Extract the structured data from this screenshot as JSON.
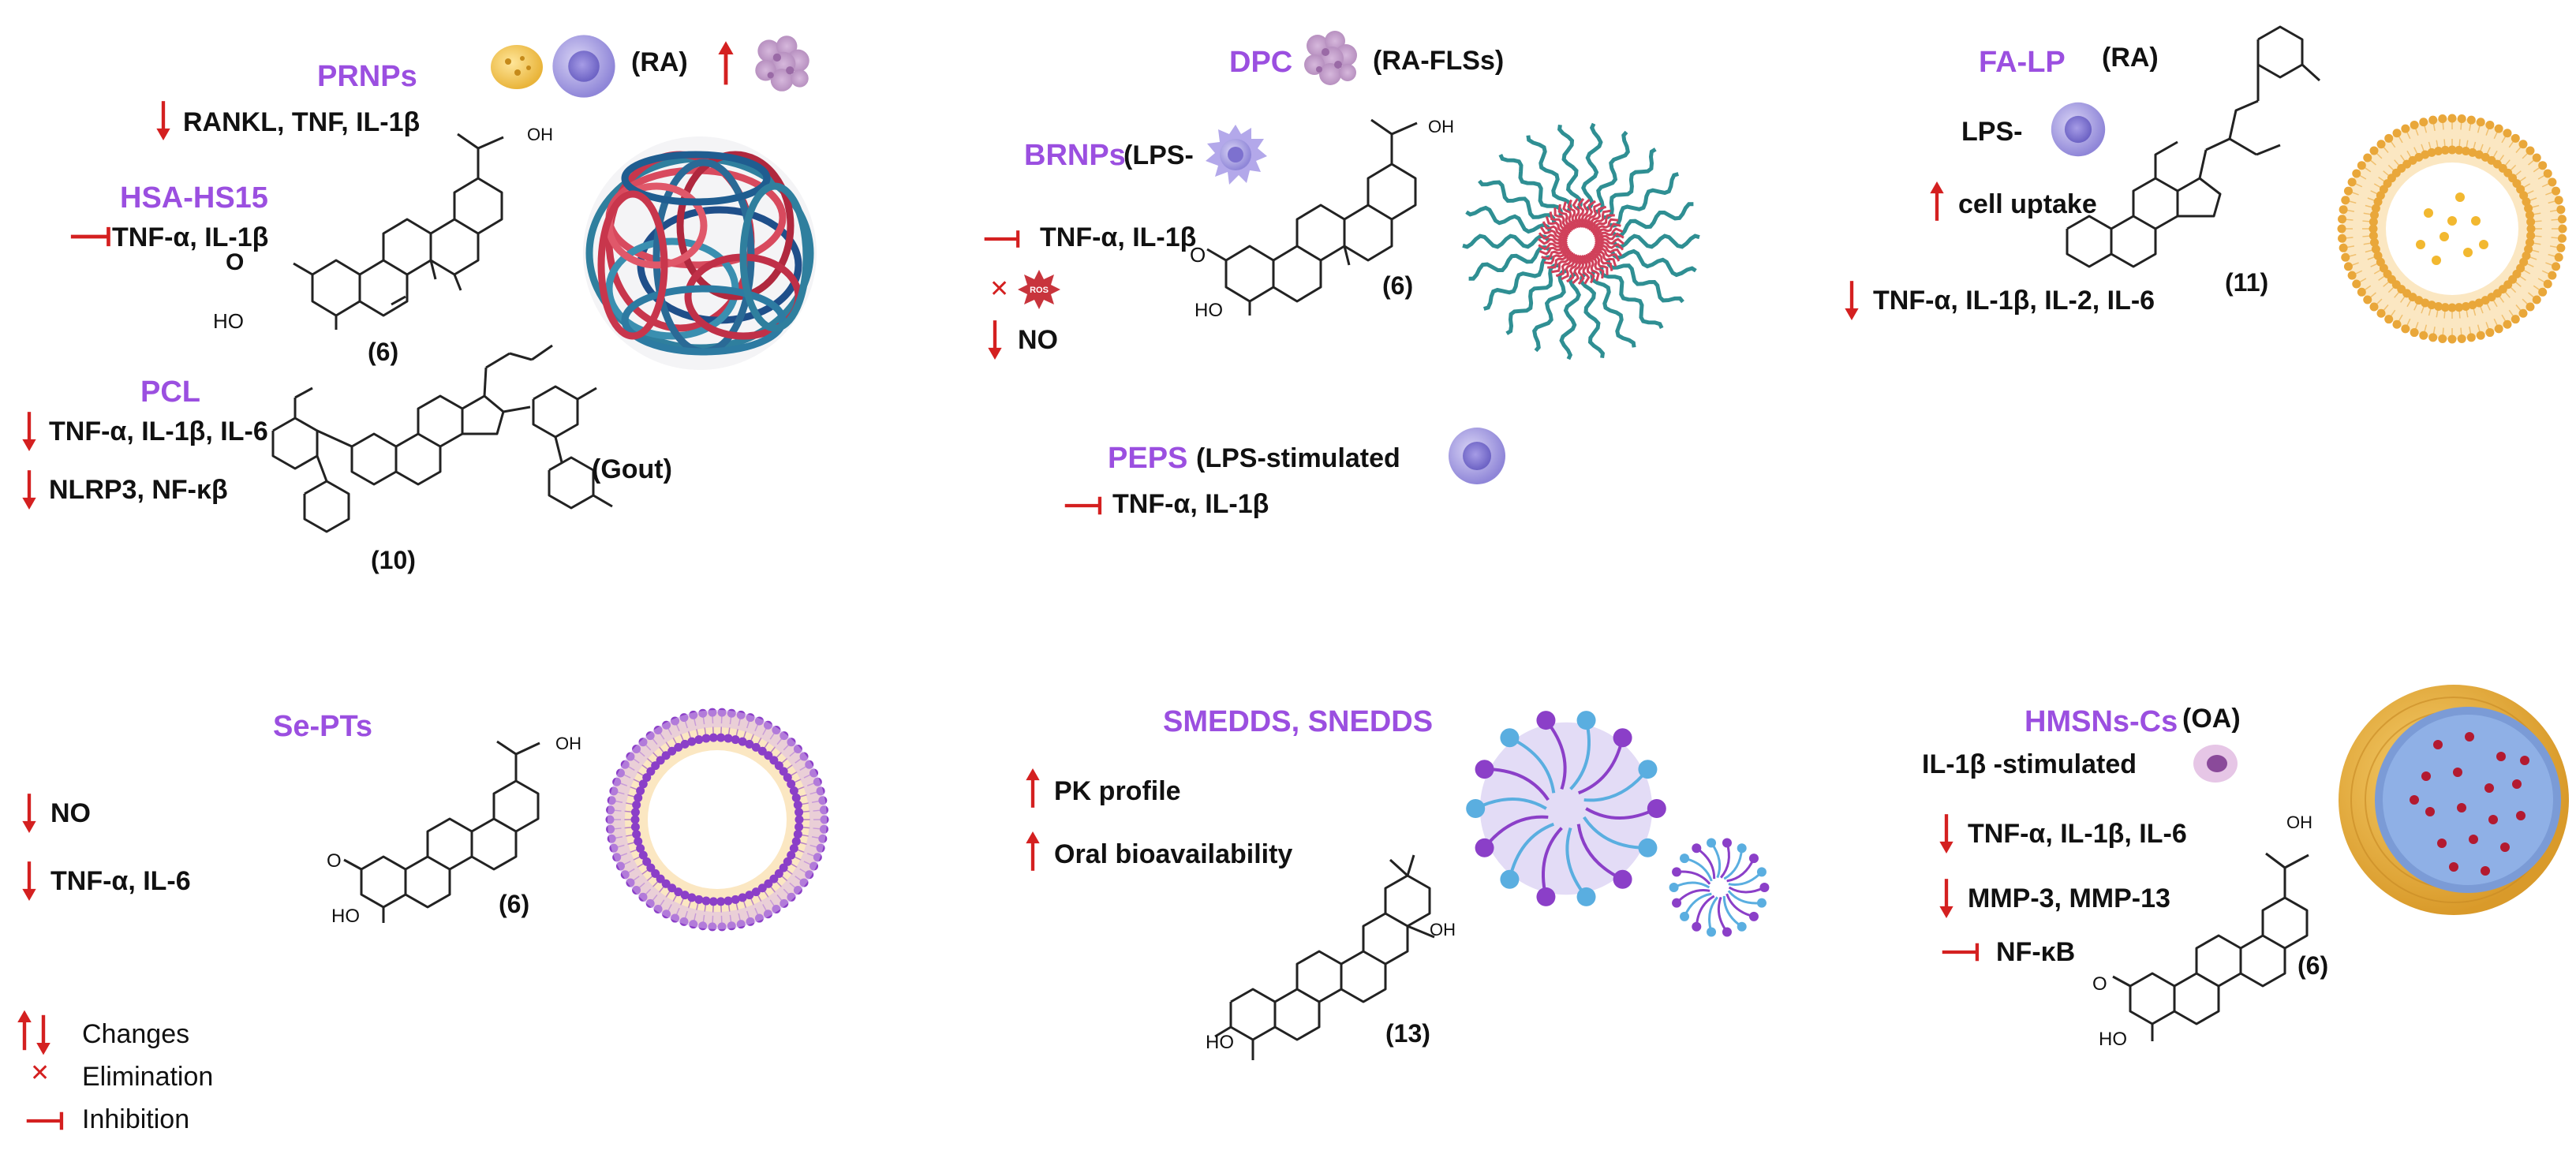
{
  "colors": {
    "accent_purple": "#9b4fe0",
    "arrow_red": "#d42020",
    "text": "#111111",
    "nanoparticle_red": "#d0405a",
    "nanoparticle_teal": "#2f8f93",
    "liposome_orange": "#e9a73a",
    "micelle_purple": "#8b3fc8",
    "micelle_blue": "#5aaee0"
  },
  "panels": {
    "prnps": {
      "name": "PRNPs",
      "disease": "(RA)",
      "effect1": "RANKL, TNF, IL-1β",
      "compound": "(6)"
    },
    "hsa": {
      "name": "HSA-HS15",
      "effect1": "TNF-α, IL-1β"
    },
    "pcl": {
      "name": "PCL",
      "disease": "(Gout)",
      "effect1": "TNF-α, IL-1β, IL-6",
      "effect2": "NLRP3, NF-κβ",
      "compound": "(10)"
    },
    "dpc": {
      "name": "DPC",
      "disease": "(RA-FLSs)"
    },
    "brnps": {
      "name": "BRNPs",
      "context": "(LPS-",
      "effect1": "TNF-α, IL-1β",
      "effect2": "NO",
      "ros": "ROS",
      "compound": "(6)"
    },
    "peps": {
      "name": "PEPS",
      "context": "(LPS-stimulated",
      "effect1": "TNF-α, IL-1β"
    },
    "falp": {
      "name": "FA-LP",
      "disease": "(RA)",
      "context": "LPS-",
      "effect1": "cell uptake",
      "effect2": "TNF-α, IL-1β, IL-2, IL-6",
      "compound": "(11)"
    },
    "septs": {
      "name": "Se-PTs",
      "effect1": "NO",
      "effect2": "TNF-α, IL-6",
      "compound": "(6)"
    },
    "smedds": {
      "name": "SMEDDS, SNEDDS",
      "effect1": "PK profile",
      "effect2": "Oral bioavailability",
      "compound": "(13)"
    },
    "hmsns": {
      "name": "HMSNs-Cs",
      "disease": "(OA)",
      "context": "IL-1β -stimulated",
      "effect1": "TNF-α, IL-1β, IL-6",
      "effect2": "MMP-3, MMP-13",
      "effect3": "NF-κB",
      "compound": "(6)"
    }
  },
  "legend": {
    "changes": "Changes",
    "elimination": "Elimination",
    "inhibition": "Inhibition"
  },
  "icons": [
    "arrow-up-icon",
    "arrow-down-icon",
    "inhibition-icon",
    "elimination-icon",
    "macrophage-icon",
    "ros-icon",
    "cell-icon",
    "nanoparticle-icon",
    "micelle-icon",
    "liposome-icon"
  ]
}
